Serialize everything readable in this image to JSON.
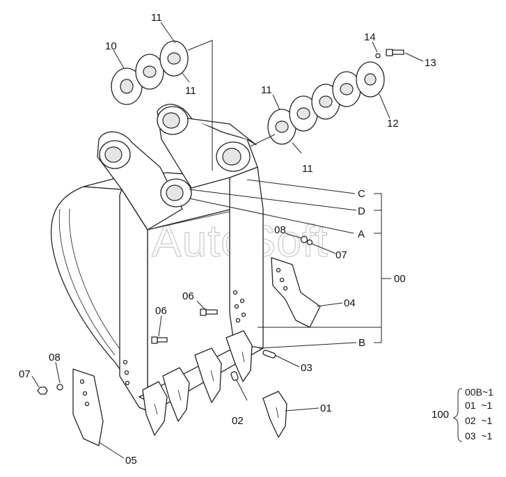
{
  "watermark": "AutoSoft",
  "callouts": {
    "p10": "10",
    "p11a": "11",
    "p11b": "11",
    "p11c": "11",
    "p11d": "11",
    "p12": "12",
    "p13": "13",
    "p14": "14",
    "pC": "C",
    "pD": "D",
    "pA": "A",
    "p08a": "08",
    "p07a": "07",
    "p00": "00",
    "p04": "04",
    "p06a": "06",
    "p06b": "06",
    "pB": "B",
    "p03": "03",
    "p07b": "07",
    "p08b": "08",
    "p02": "02",
    "p01": "01",
    "p05": "05"
  },
  "kit": {
    "label": "100",
    "items": [
      "00B~1",
      "01  ~1",
      "02  ~1",
      "03  ~1"
    ]
  }
}
